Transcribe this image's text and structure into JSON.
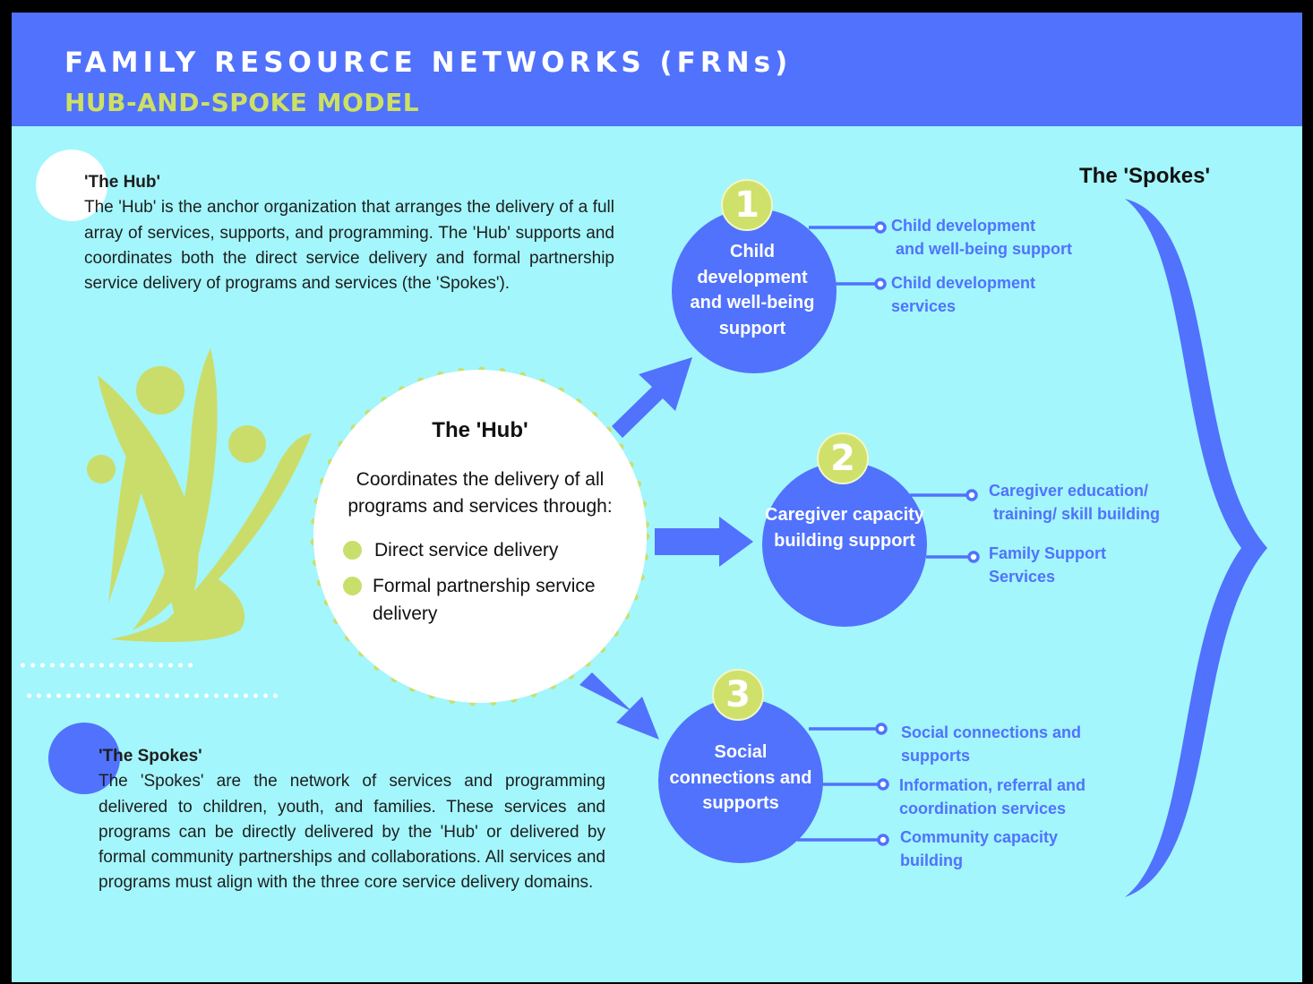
{
  "header": {
    "title": "FAMILY RESOURCE NETWORKS (FRNs)",
    "subtitle": "HUB-AND-SPOKE MODEL"
  },
  "hub_description": {
    "heading": "'The Hub'",
    "body": "The 'Hub' is the anchor organization that arranges the delivery of a full array of services, supports, and programming. The 'Hub' supports and coordinates both the direct service delivery and formal partnership service delivery of programs and services (the 'Spokes')."
  },
  "spokes_description": {
    "heading": "'The Spokes'",
    "body": "The 'Spokes' are the network of services and programming delivered to children, youth, and families. These services and programs can be directly delivered by the 'Hub' or delivered by formal community partnerships and collaborations. All services and programs must align with the three core service delivery domains."
  },
  "hub": {
    "title": "The 'Hub'",
    "text": "Coordinates the delivery of all programs and services through:",
    "items": [
      "Direct service delivery",
      "Formal partnership service delivery"
    ]
  },
  "spokes_title": "The 'Spokes'",
  "domains": [
    {
      "number": "1",
      "label": "Child development and well-being support",
      "items": [
        "Child development\n and well-being support",
        "Child development\nservices"
      ]
    },
    {
      "number": "2",
      "label": "Caregiver capacity building support",
      "items": [
        "Caregiver education/\n training/ skill building",
        "Family Support\nServices"
      ]
    },
    {
      "number": "3",
      "label": "Social connections and supports",
      "items": [
        "Social connections and\nsupports",
        "Information, referral and\ncoordination services",
        "Community capacity\nbuilding"
      ]
    }
  ],
  "colors": {
    "header_blue": "#5072fd",
    "background": "#a3f6fb",
    "accent_green": "#cde062",
    "white": "#ffffff"
  }
}
